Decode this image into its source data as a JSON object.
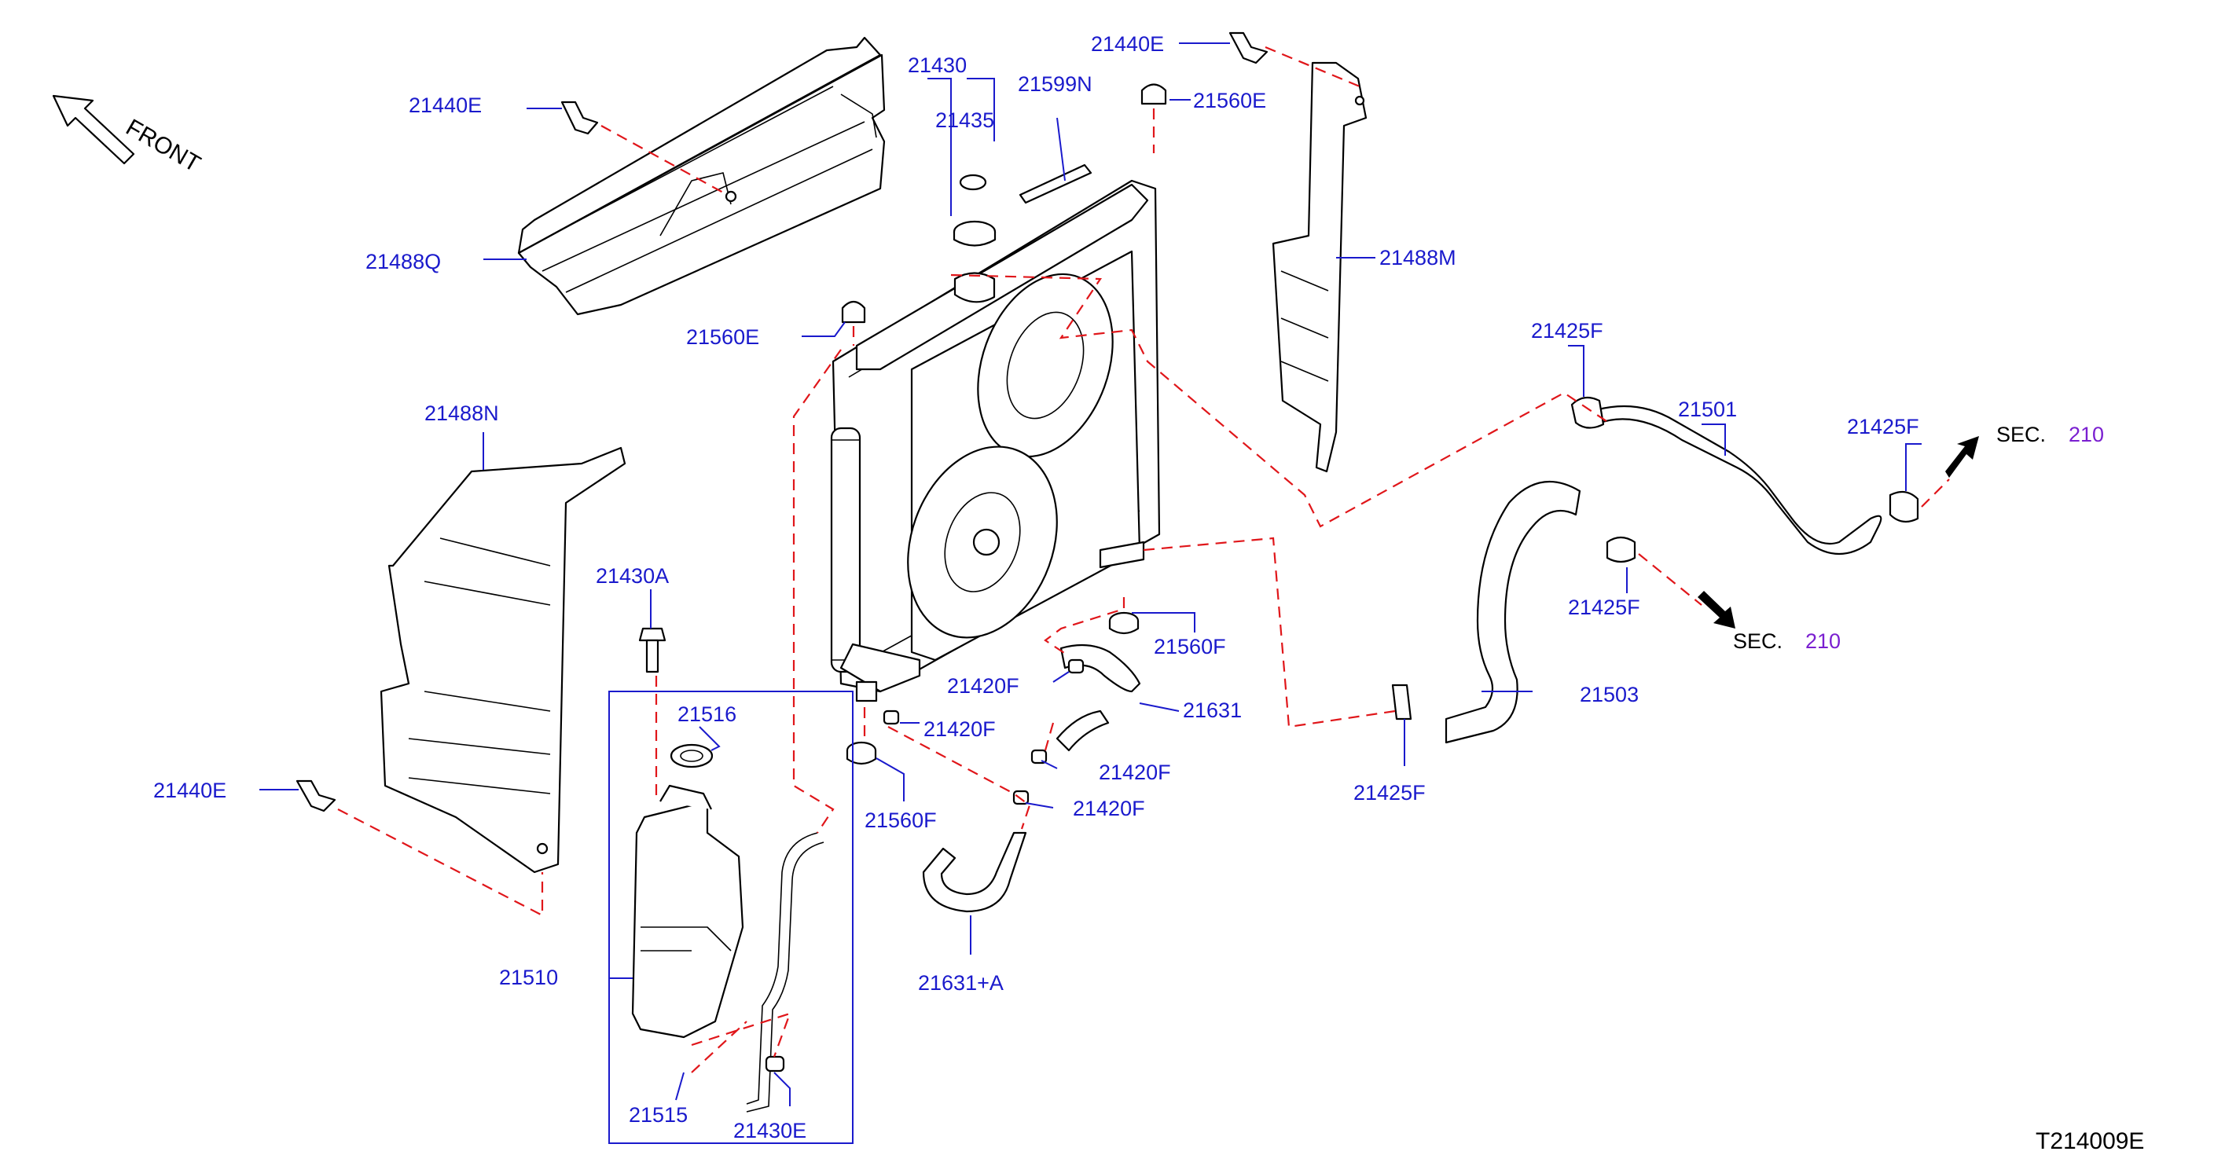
{
  "diagram_code": "T214009E",
  "orientation": {
    "label": "FRONT"
  },
  "sections": [
    {
      "prefix": "SEC.",
      "number": "210"
    },
    {
      "prefix": "SEC.",
      "number": "210"
    }
  ],
  "labels": {
    "p21440E_a": "21440E",
    "p21430": "21430",
    "p21435": "21435",
    "p21599N": "21599N",
    "p21440E_b": "21440E",
    "p21560E_a": "21560E",
    "p21488Q": "21488Q",
    "p21488M": "21488M",
    "p21560E_b": "21560E",
    "p21425F_a": "21425F",
    "p21501": "21501",
    "p21425F_b": "21425F",
    "p21488N": "21488N",
    "p21430A": "21430A",
    "p21425F_c": "21425F",
    "p21560F_a": "21560F",
    "p21420F_a": "21420F",
    "p21516": "21516",
    "p21631": "21631",
    "p21503": "21503",
    "p21420F_b": "21420F",
    "p21440E_c": "21440E",
    "p21420F_c": "21420F",
    "p21425F_d": "21425F",
    "p21560F_b": "21560F",
    "p21420F_d": "21420F",
    "p21510": "21510",
    "p21631A": "21631+A",
    "p21515": "21515",
    "p21430E": "21430E"
  }
}
